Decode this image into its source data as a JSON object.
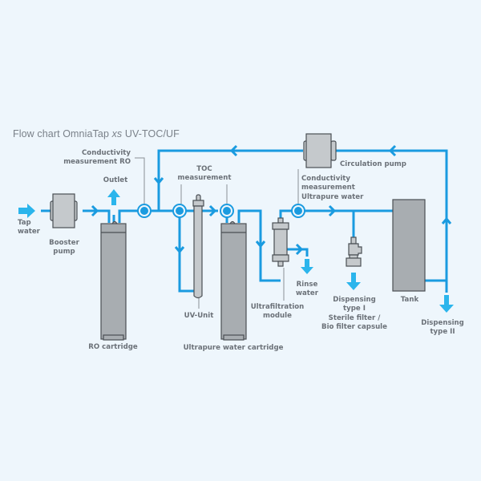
{
  "title": {
    "prefix": "Flow chart OmniaTap ",
    "italic": "xs",
    "suffix": " UV-TOC/UF"
  },
  "colors": {
    "background": "#eef6fc",
    "pipe": "#1a9be0",
    "arrow_fill": "#2bb5ec",
    "component_fill": "#a8adb1",
    "component_light": "#c5c9cc",
    "outline": "#4a4f54",
    "label": "#6b7178",
    "leader": "#8a9096"
  },
  "labels": {
    "tap_water": [
      "Tap",
      "water"
    ],
    "booster_pump": [
      "Booster",
      "pump"
    ],
    "outlet": [
      "Outlet"
    ],
    "conductivity_ro": [
      "Conductivity",
      "measurement RO"
    ],
    "ro_cartridge": [
      "RO cartridge"
    ],
    "toc_measurement": [
      "TOC",
      "measurement"
    ],
    "uv_unit": [
      "UV-Unit"
    ],
    "ultrapure_cartridge": [
      "Ultrapure water cartridge"
    ],
    "circulation_pump": [
      "Circulation pump"
    ],
    "conductivity_ultrapure": [
      "Conductivity",
      "measurement",
      "Ultrapure water"
    ],
    "ultrafiltration_module": [
      "Ultrafiltration",
      "module"
    ],
    "rinse_water": [
      "Rinse",
      "water"
    ],
    "dispensing_type1": [
      "Dispensing",
      "type I",
      "Sterile filter /",
      "Bio filter capsule"
    ],
    "tank": [
      "Tank"
    ],
    "dispensing_type2": [
      "Dispensing",
      "type II"
    ]
  }
}
